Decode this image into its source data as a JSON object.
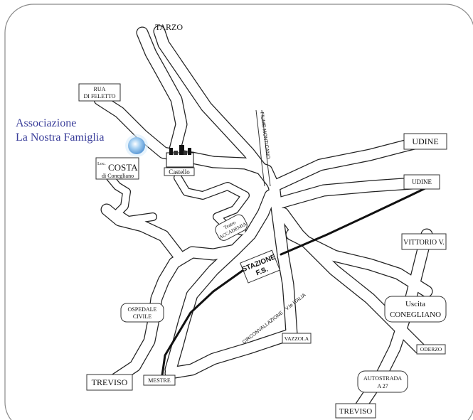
{
  "association": {
    "line1": "Associazione",
    "line2": "La Nostra Famiglia"
  },
  "places": {
    "tarzo": "TARZO",
    "rua_1": "RUA",
    "rua_2": "DI FELETTO",
    "loc": "Loc.",
    "costa": "COSTA",
    "di_conegliano": "di Conegliano",
    "castello": "Castello",
    "fiume": "FIUME MONTICANO",
    "teatro_1": "Teatro",
    "teatro_2": "ACCADEMIA",
    "stazione_1": "STAZIONE",
    "stazione_2": "F.S.",
    "ospedale_1": "OSPEDALE",
    "ospedale_2": "CIVILE",
    "circonvallazione": "CIRCONVALLAZIONE - V.le ITALIA",
    "vazzola": "VAZZOLA",
    "oderzo": "ODERZO",
    "udine_top": "UDINE",
    "udine_rail": "UDINE",
    "vittorio": "VITTORIO V.",
    "uscita_1": "Uscita",
    "uscita_2": "CONEGLIANO",
    "autostrada_1": "AUTOSTRADA",
    "autostrada_2": "A 27",
    "treviso_left": "TREVISO",
    "mestre": "MESTRE",
    "treviso_bottom": "TREVISO"
  },
  "colors": {
    "marker": "#6aa8e0",
    "marker_glow": "#d8ecfb",
    "association_text": "#3a3e9a"
  },
  "icons": {
    "marker": "location-marker-icon",
    "castle": "castle-icon"
  }
}
